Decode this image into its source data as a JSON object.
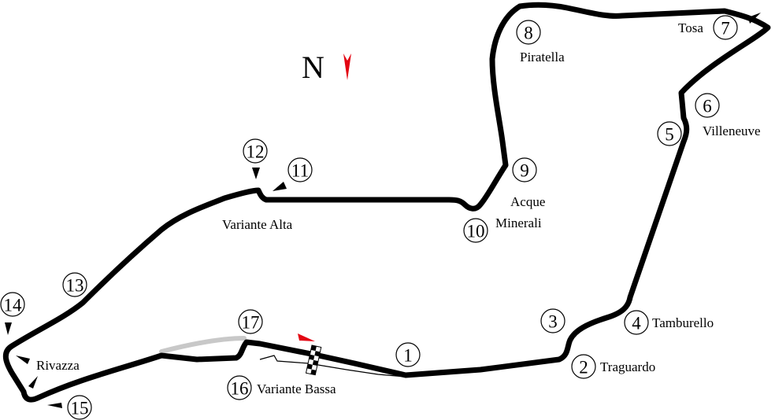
{
  "compass": {
    "label": "N",
    "arrow_color": "#e30613"
  },
  "colors": {
    "track": "#000000",
    "former_layout": "#c8c8c8",
    "flag": "#e30613"
  },
  "turns": [
    {
      "number": "1"
    },
    {
      "number": "2"
    },
    {
      "number": "3"
    },
    {
      "number": "4"
    },
    {
      "number": "5"
    },
    {
      "number": "6"
    },
    {
      "number": "7"
    },
    {
      "number": "8"
    },
    {
      "number": "9"
    },
    {
      "number": "10"
    },
    {
      "number": "11"
    },
    {
      "number": "12"
    },
    {
      "number": "13"
    },
    {
      "number": "14"
    },
    {
      "number": "15"
    },
    {
      "number": "16"
    },
    {
      "number": "17"
    }
  ],
  "corners": {
    "tamburello": "Tamburello",
    "traguardo": "Traguardo",
    "villeneuve": "Villeneuve",
    "tosa": "Tosa",
    "piratella": "Piratella",
    "acque": "Acque",
    "minerali": "Minerali",
    "variante_alta": "Variante Alta",
    "rivazza": "Rivazza",
    "variante_bassa": "Variante Bassa"
  }
}
